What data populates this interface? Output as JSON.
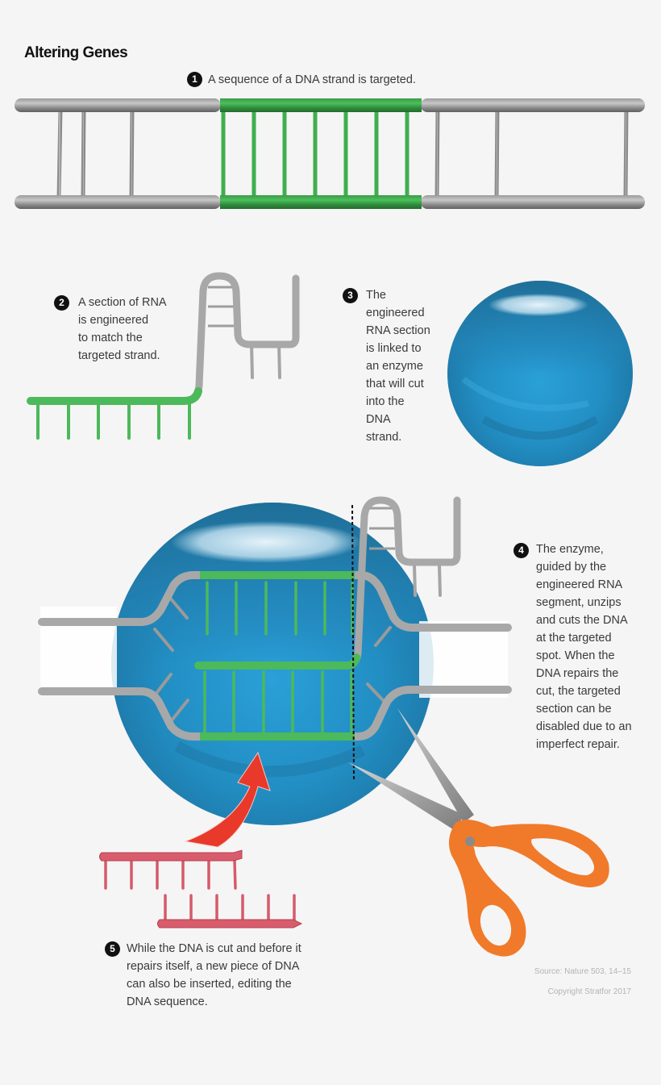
{
  "title": "Altering Genes",
  "steps": [
    {
      "number": "1",
      "lines": [
        "A sequence of a DNA strand is targeted."
      ]
    },
    {
      "number": "2",
      "lines": [
        "A section of RNA",
        "is engineered",
        "to match the",
        "targeted strand."
      ]
    },
    {
      "number": "3",
      "lines": [
        "The",
        "engineered",
        "RNA section",
        "is linked to",
        "an enzyme",
        "that will cut",
        "into the",
        "DNA",
        "strand."
      ]
    },
    {
      "number": "4",
      "lines": [
        "The enzyme,",
        "guided by the",
        "engineered RNA",
        "segment, unzips",
        "and cuts the DNA",
        "at the targeted",
        "spot. When the",
        "DNA repairs the",
        "cut, the targeted",
        "section can be",
        "disabled due to an",
        "imperfect repair."
      ]
    },
    {
      "number": "5",
      "lines": [
        "While the DNA is cut and before it",
        "repairs itself, a new piece of DNA",
        "can also be inserted, editing the",
        "DNA sequence."
      ]
    }
  ],
  "credits": {
    "source": "Source: Nature 503, 14–15",
    "copyright": "Copyright Stratfor 2017"
  },
  "illustrations": {
    "dna_strand": {
      "label": "dna-double-strand",
      "targeted_color": "#3fae4f",
      "strand_color": "#a3a3a3"
    },
    "rna_guide": {
      "label": "engineered-rna-guide",
      "color": "#4fbf5f"
    },
    "enzyme": {
      "label": "enzyme-sphere",
      "color": "#2a93c8"
    },
    "new_dna": {
      "label": "inserted-dna-piece",
      "color": "#d65a6a"
    },
    "arrow": {
      "label": "insertion-arrow",
      "color": "#e8392a"
    },
    "scissors": {
      "label": "scissors-cut",
      "handle_color": "#f07a2a"
    }
  },
  "colors": {
    "background": "#f5f5f5",
    "text": "#3a3a3a",
    "badge": "#111111",
    "green": "#3fae4f",
    "gray": "#a8a8a8",
    "blue": "#2a93c8",
    "red": "#e8392a",
    "orange": "#f07a2a",
    "pink": "#d65a6a"
  }
}
